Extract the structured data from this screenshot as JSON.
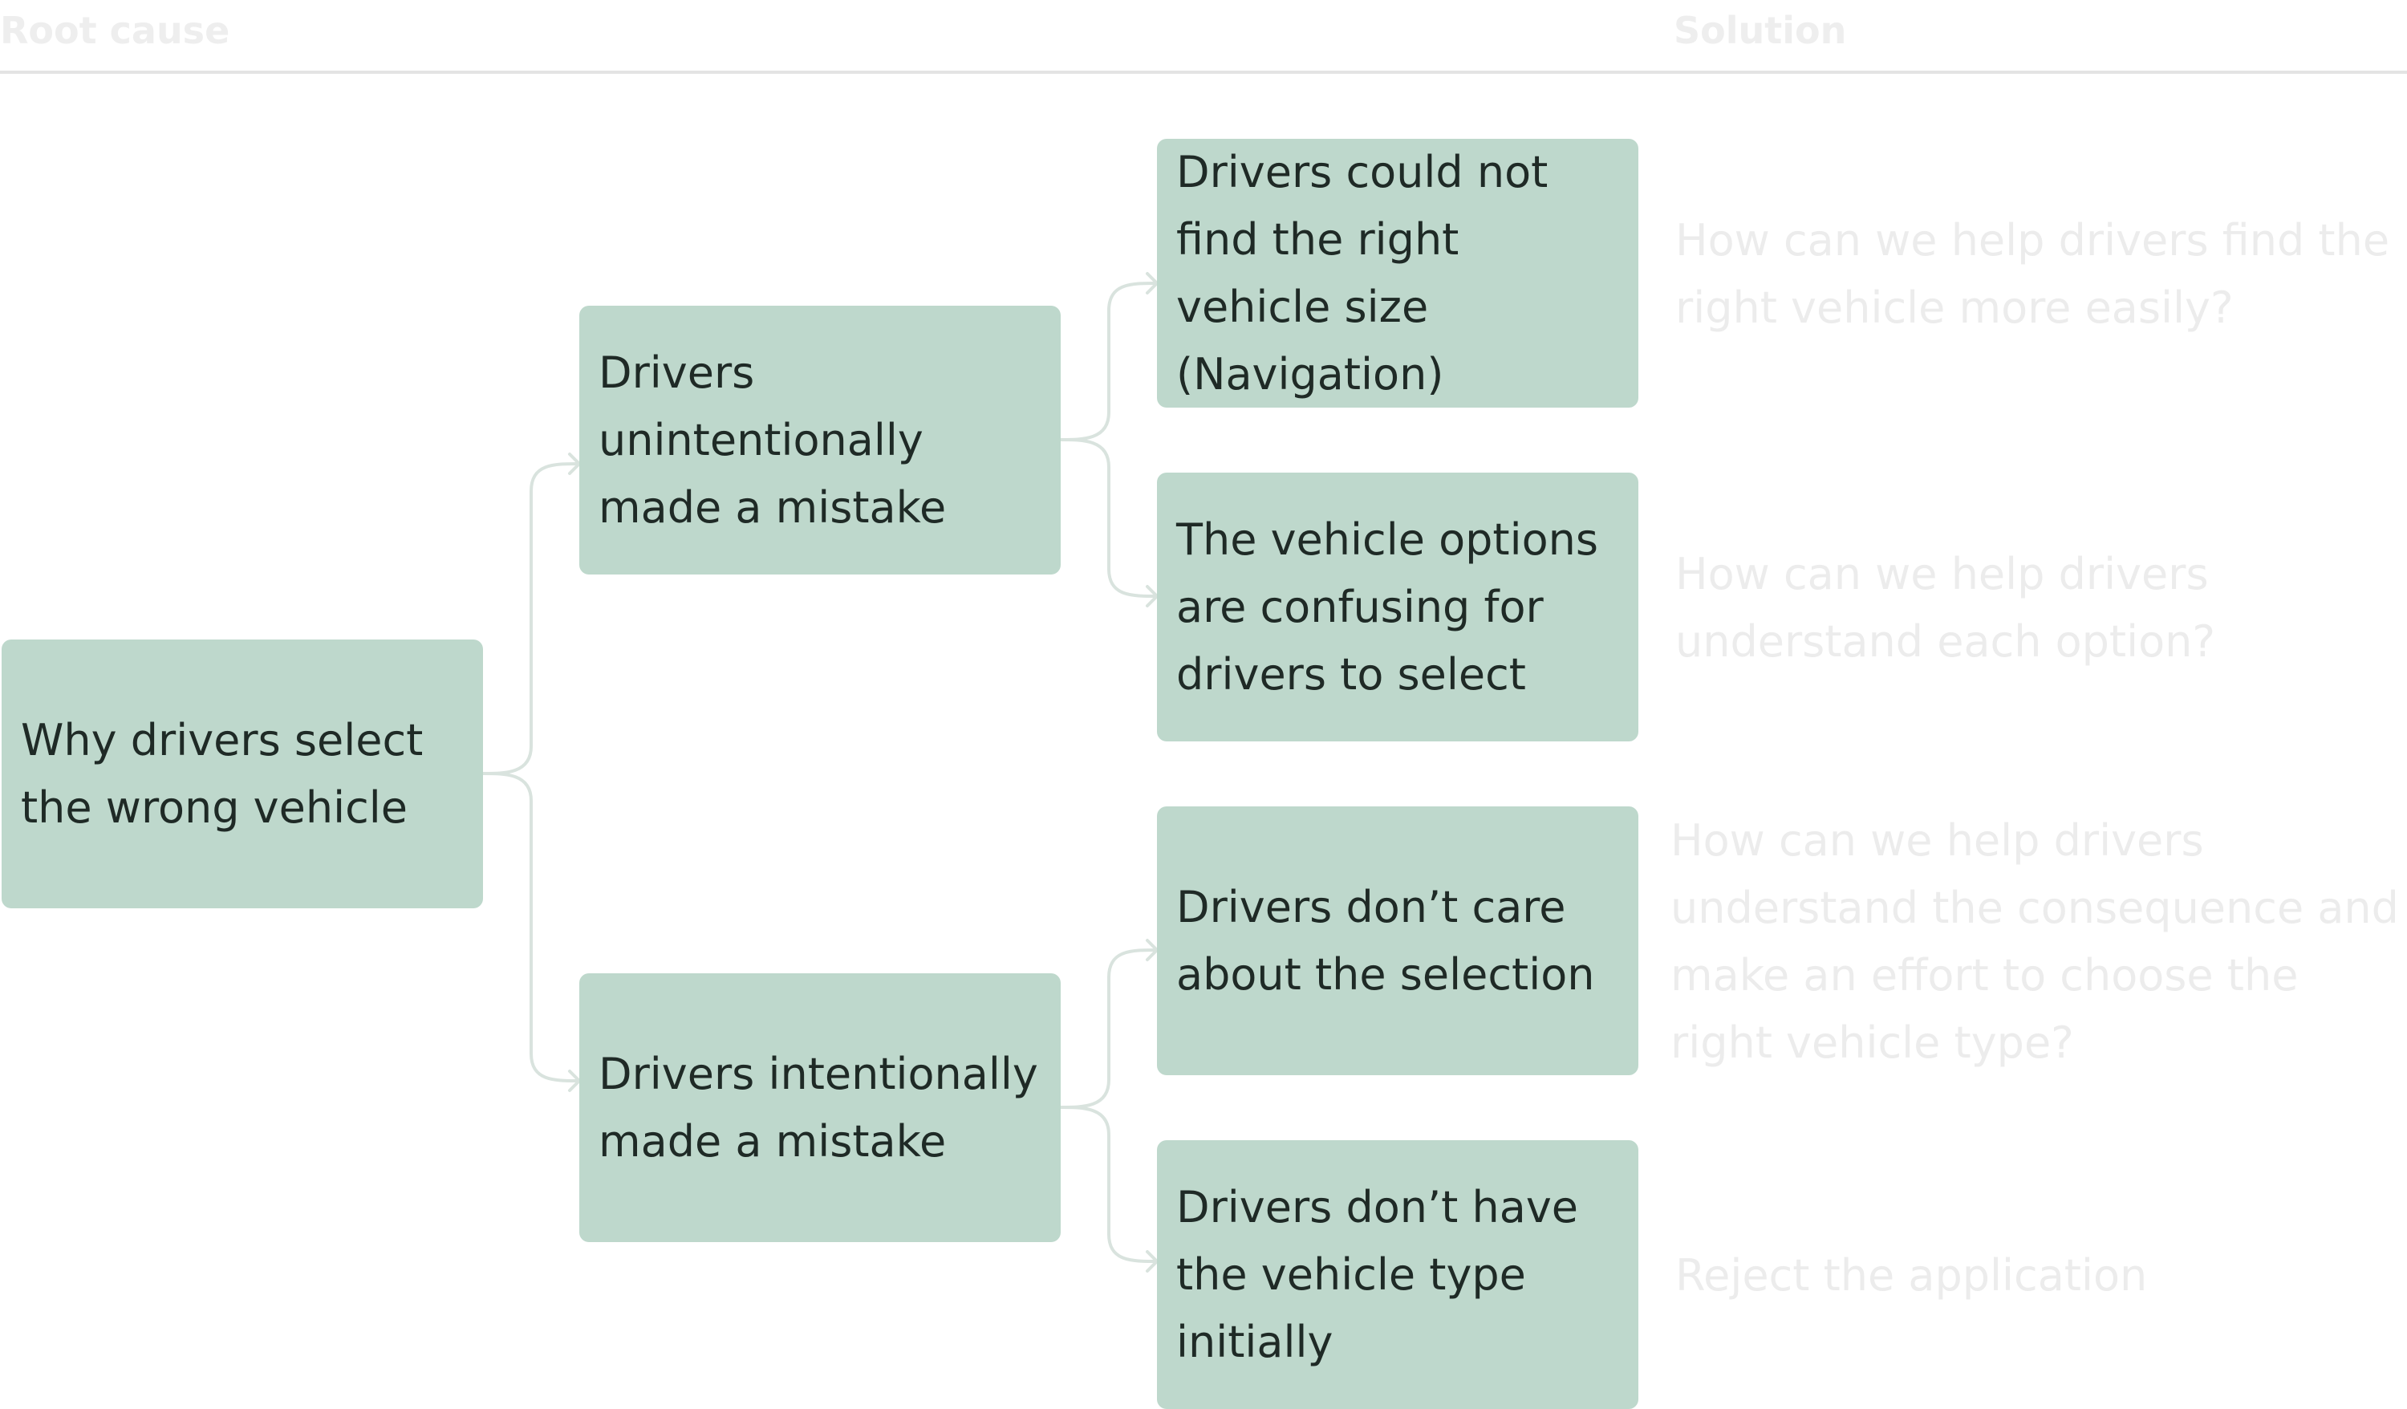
{
  "header": {
    "root_cause": "Root cause",
    "solution": "Solution"
  },
  "tree": {
    "root": "Why drivers select the wrong vehicle",
    "level1": [
      "Drivers unintentionally made a mistake",
      "Drivers intentionally made a mistake"
    ],
    "level2": [
      "Drivers could not find the right vehicle size (Navigation)",
      "The vehicle options are confusing for drivers to select",
      "Drivers don’t care about the selection",
      "Drivers don’t have the vehicle type initially"
    ]
  },
  "solutions": [
    "How can we help drivers find the right vehicle more easily?",
    "How can we help drivers understand each option?",
    "How can we help drivers understand the consequence and make an effort to choose the right vehicle type?",
    "Reject the application"
  ],
  "colors": {
    "node_fill": "#bed8cc",
    "node_text": "#1f2a26",
    "connector": "#d9e3de",
    "faded_text": "#ececec"
  }
}
